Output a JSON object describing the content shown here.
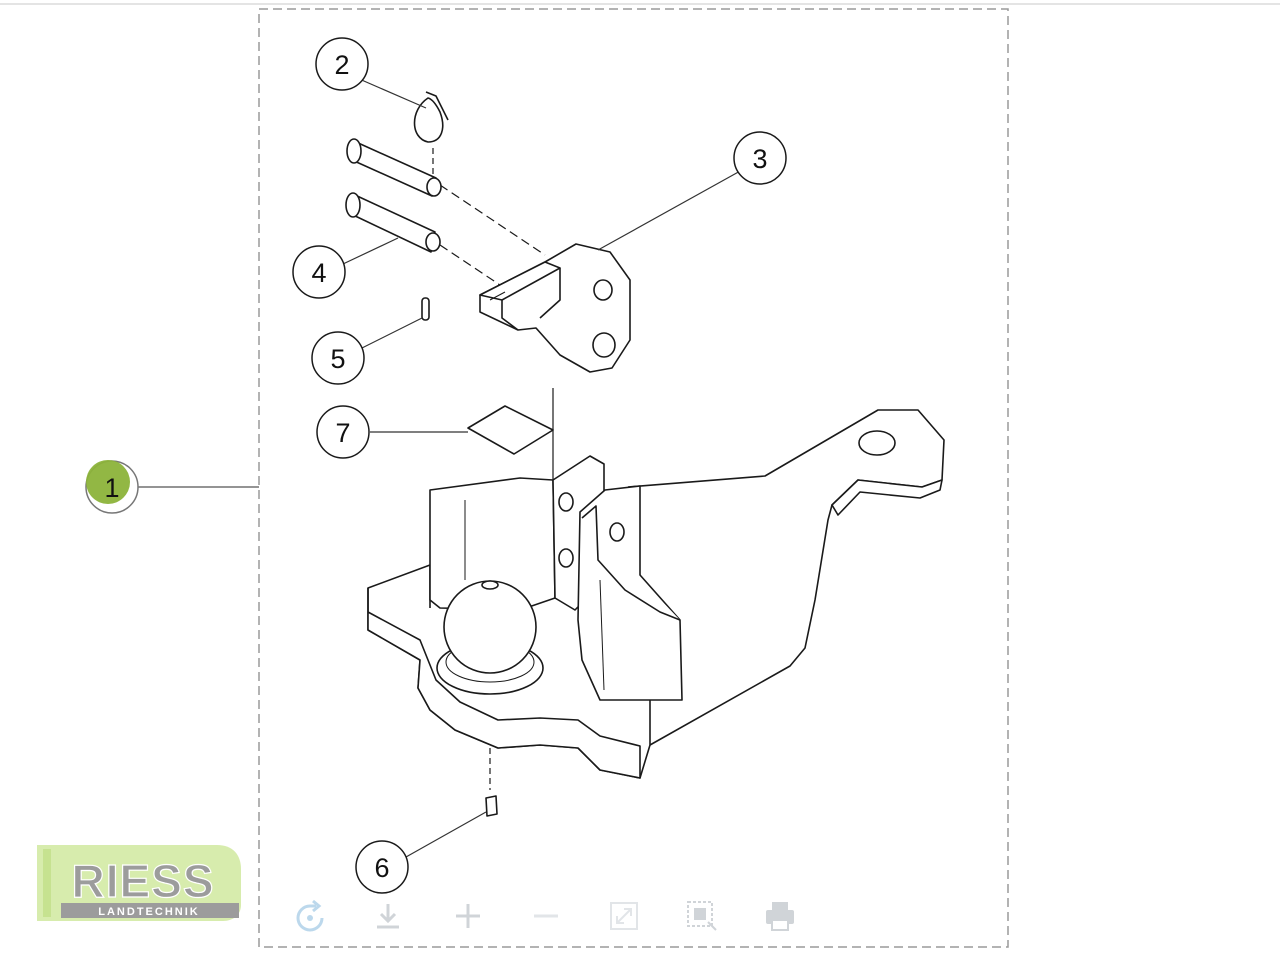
{
  "diagram": {
    "callouts": [
      {
        "id": "1",
        "label": "1"
      },
      {
        "id": "2",
        "label": "2"
      },
      {
        "id": "3",
        "label": "3"
      },
      {
        "id": "4",
        "label": "4"
      },
      {
        "id": "5",
        "label": "5"
      },
      {
        "id": "6",
        "label": "6"
      },
      {
        "id": "7",
        "label": "7"
      }
    ],
    "colors": {
      "line": "#1a1a1a",
      "frame": "#9a9a9a",
      "highlight": "#8cb33a",
      "toolbar_icon": "#d0d4d8"
    }
  },
  "logo": {
    "name": "RIESS",
    "subtitle": "LANDTECHNIK",
    "colors": {
      "green": "#d7ecad",
      "grey": "#9c9c9c"
    }
  },
  "toolbar": {
    "icons": [
      "rotate-icon",
      "download-icon",
      "zoom-in-icon",
      "zoom-out-icon",
      "fullscreen-icon",
      "select-area-icon",
      "print-icon"
    ]
  }
}
